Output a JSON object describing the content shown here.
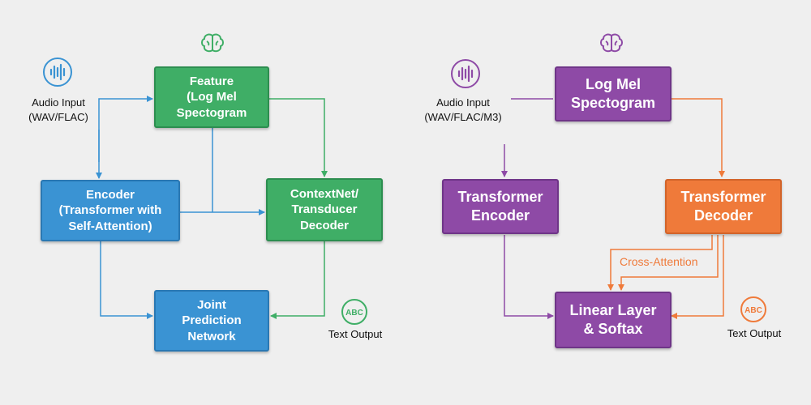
{
  "left": {
    "input_label": "Audio Input\n(WAV/FLAC)",
    "feature": "Feature\n(Log Mel\nSpectogram",
    "encoder": "Encoder\n(Transformer with\nSelf-Attention)",
    "decoder": "ContextNet/\nTransducer\nDecoder",
    "joint": "Joint\nPrediction\nNetwork",
    "abc_icon": "ABC",
    "output_label": "Text Output"
  },
  "right": {
    "input_label": "Audio Input\n(WAV/FLAC/M3)",
    "spectrogram": "Log Mel\nSpectogram",
    "encoder": "Transformer\nEncoder",
    "decoder": "Transformer\nDecoder",
    "linear": "Linear Layer\n& Softax",
    "cross_attention": "Cross-Attention",
    "abc_icon": "ABC",
    "output_label": "Text Output"
  },
  "colors": {
    "green": "#3fae66",
    "blue": "#3a93d3",
    "purple": "#8e4aa6",
    "orange": "#ef7a3a"
  },
  "icons": [
    "audio-wave-icon",
    "brain-icon",
    "abc-text-icon"
  ]
}
